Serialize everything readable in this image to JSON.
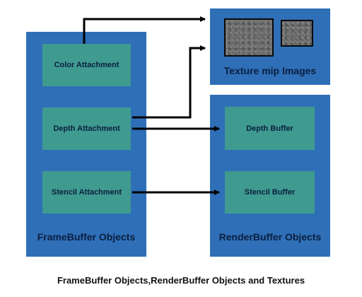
{
  "framebuffer": {
    "title": "FrameBuffer Objects",
    "attachments": [
      {
        "label": "Color Attachment"
      },
      {
        "label": "Depth Attachment"
      },
      {
        "label": "Stencil Attachment"
      }
    ]
  },
  "texture": {
    "title": "Texture mip Images"
  },
  "renderbuffer": {
    "title": "RenderBuffer Objects",
    "buffers": [
      {
        "label": "Depth Buffer"
      },
      {
        "label": "Stencil Buffer"
      }
    ]
  },
  "caption": "FrameBuffer Objects,RenderBuffer Objects and Textures",
  "colors": {
    "panel_blue": "#2f6fb7",
    "attachment_teal": "#3f9a8f",
    "text_navy": "#0b1f3f",
    "arrow_black": "#000000"
  }
}
